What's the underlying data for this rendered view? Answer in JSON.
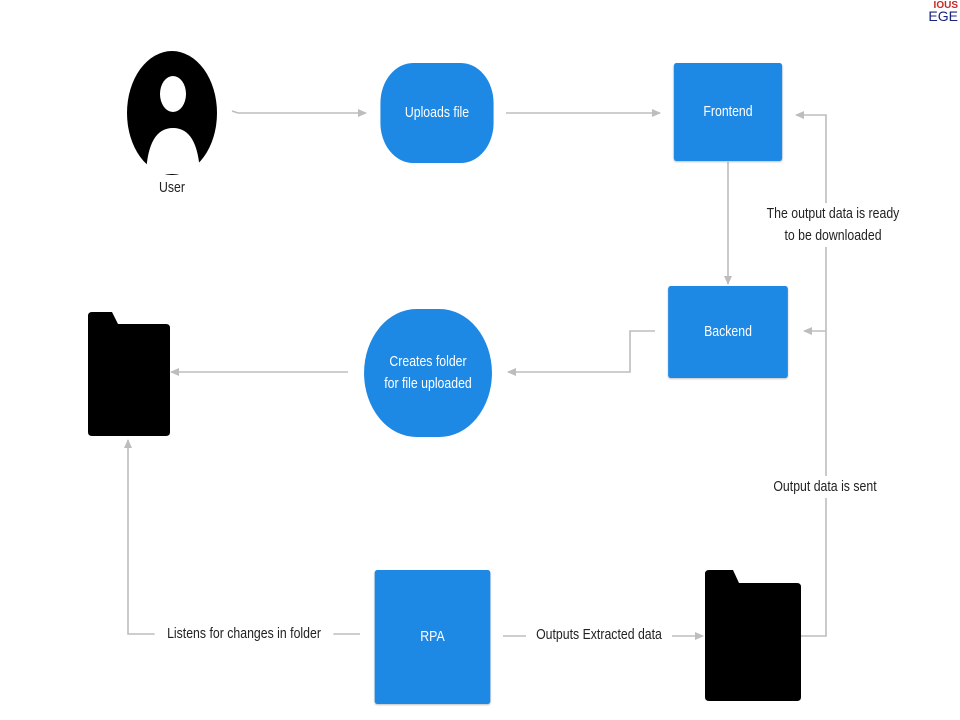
{
  "logo": {
    "line1": "IOUS",
    "line2": "EGE"
  },
  "nodes": {
    "user": "User",
    "uploads": "Uploads file",
    "frontend": "Frontend",
    "backend": "Backend",
    "creates_line1": "Creates folder",
    "creates_line2": "for file uploaded",
    "rpa": "RPA"
  },
  "edges": {
    "ready_line1": "The output data is ready",
    "ready_line2": "to be downloaded",
    "output_sent": "Output data is sent",
    "listens": "Listens for changes in folder",
    "outputs": "Outputs Extracted data"
  },
  "colors": {
    "node_fill": "#1e88e5",
    "edge": "#bdbdbd",
    "icon": "#000000"
  }
}
